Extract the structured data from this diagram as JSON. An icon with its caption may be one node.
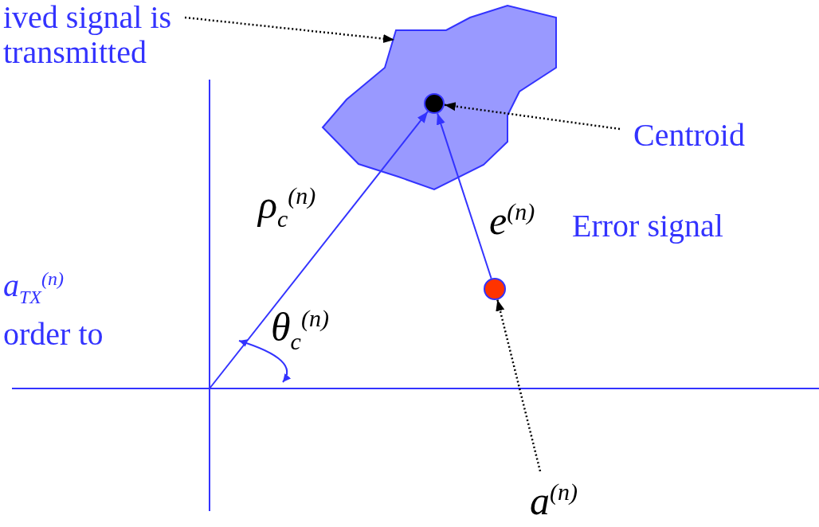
{
  "diagram": {
    "nodes": [
      {
        "text": [
          "ived signal is transmitted"
        ]
      },
      {
        "text": [],
        "shape": "cloud"
      },
      {
        "text": [],
        "shape": "circle",
        "in": 1
      },
      {
        "text": [
          "Centroid"
        ]
      },
      {
        "text": [],
        "shape": "circle"
      },
      {
        "text": [
          "a$^{(n)}$"
        ]
      }
    ],
    "edges": [
      {
        "from": 0,
        "to": 1,
        "arrow": "to",
        "style": "dashed",
        "color": "#000000"
      },
      {
        "from": 3,
        "to": 2,
        "arrow": "to",
        "style": "dashed",
        "color": "#000000"
      },
      {
        "from": 5,
        "to": 4,
        "arrow": "to",
        "style": "dashed",
        "color": "#000000"
      },
      {
        "from": 4,
        "to": 2,
        "arrow": "to",
        "label": "e$^{(n)}$",
        "color": "#3333ff"
      },
      {
        "from": null,
        "to": 2,
        "arrow": "to",
        "label": "ρ$_{c}$$^{(n)}$",
        "color": "#3333ff"
      }
    ],
    "labels": [
      "Error signal",
      "a$_{TX}$$^{(n)}$",
      "θ$_{c}$$^{(n)}$",
      "order to"
    ]
  }
}
